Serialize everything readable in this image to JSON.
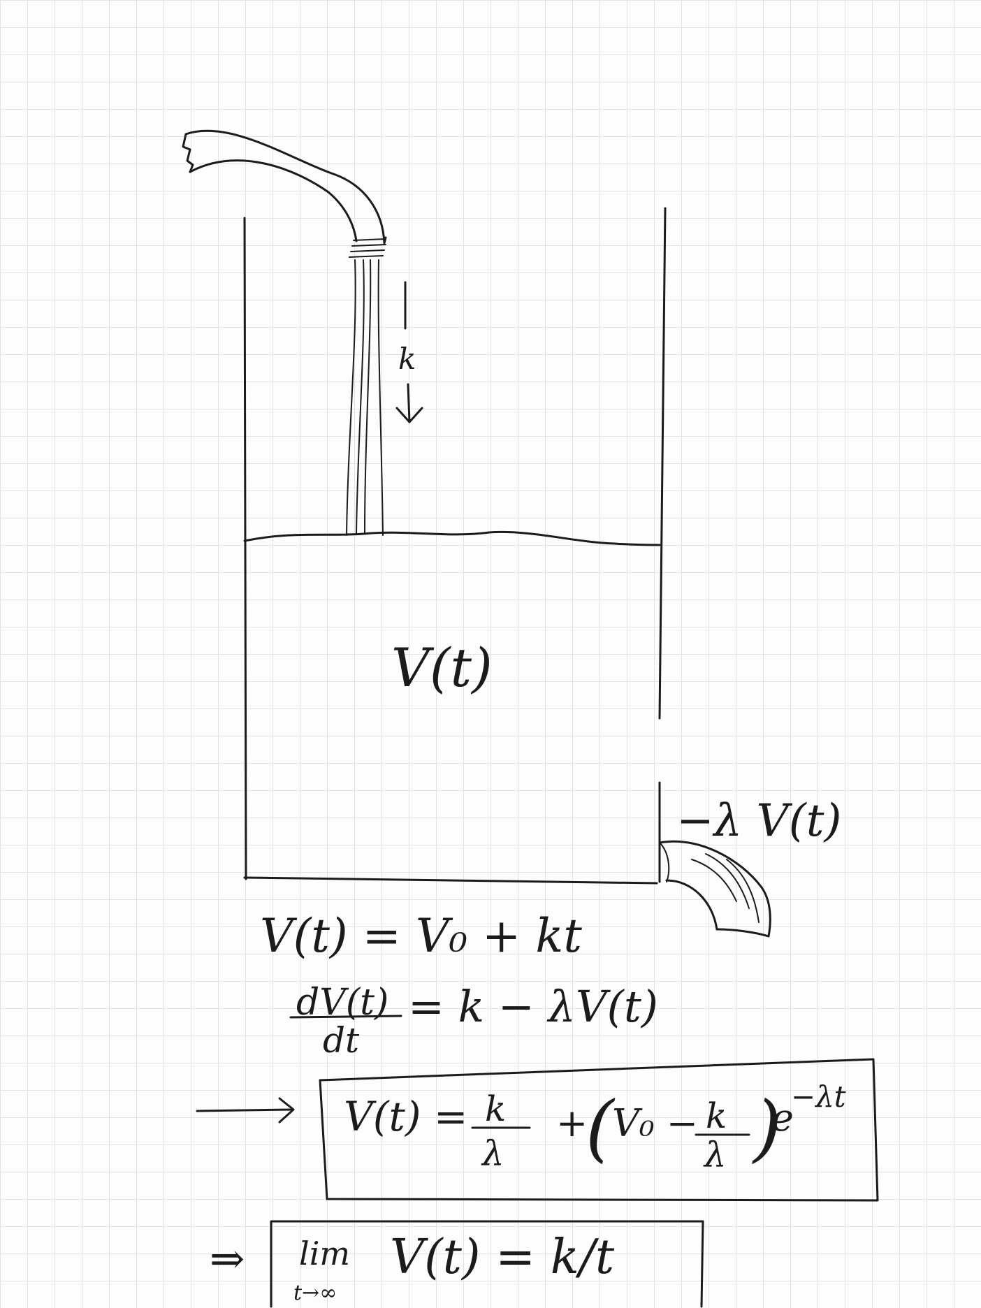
{
  "inflow_label": "k",
  "volume_label": "V(t)",
  "outflow_label": "−λ V(t)",
  "equations": {
    "linear": "V(t) = V₀ + kt",
    "ode_numerator": "dV(t)",
    "ode_denominator": "dt",
    "ode_rhs": "= k − λV(t)",
    "solution_lhs": "V(t) =",
    "solution_frac_num": "k",
    "solution_frac_den": "λ",
    "solution_plus": "+",
    "solution_open_paren": "(",
    "solution_v0": "V₀ −",
    "solution_frac2_num": "k",
    "solution_frac2_den": "λ",
    "solution_close_paren": ")",
    "solution_exp_base": "e",
    "solution_exp": "−λt",
    "limit_lim": "lim",
    "limit_sub": "t→∞",
    "limit_expr": "V(t) = k/t"
  },
  "implication_arrow": "⇒"
}
